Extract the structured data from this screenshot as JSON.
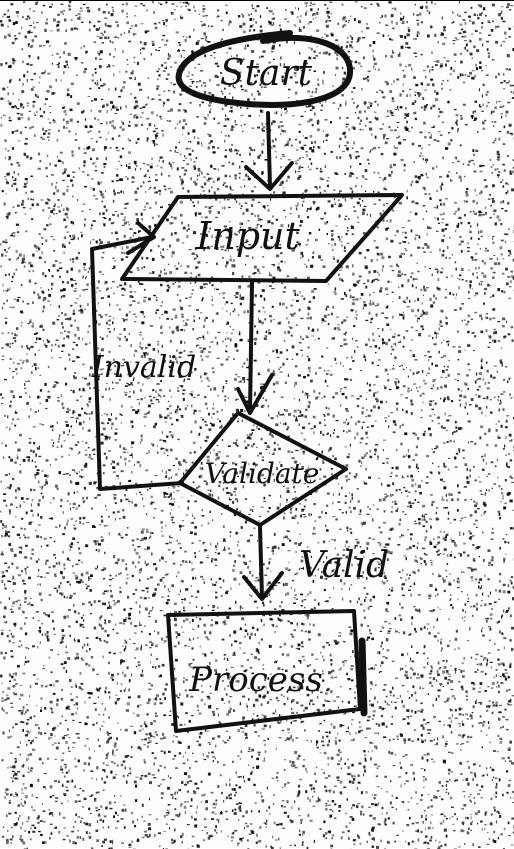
{
  "flowchart": {
    "nodes": {
      "start": {
        "label": "Start",
        "shape": "ellipse"
      },
      "input": {
        "label": "Input",
        "shape": "parallelogram"
      },
      "validate": {
        "label": "Validate",
        "shape": "diamond"
      },
      "process": {
        "label": "Process",
        "shape": "rectangle"
      }
    },
    "edges": {
      "invalid": {
        "label": "Invalid"
      },
      "valid": {
        "label": "Valid"
      }
    }
  },
  "style": {
    "ink_color": "#111111",
    "paper_color": "#fdfdfd",
    "noise_color": "#000000"
  }
}
